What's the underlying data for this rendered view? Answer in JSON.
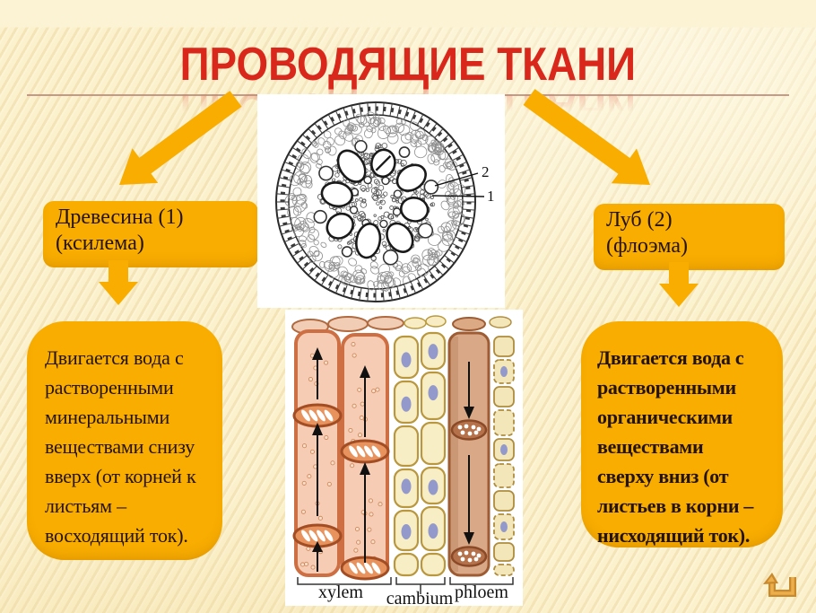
{
  "slide": {
    "title": "ПРОВОДЯЩИЕ ТКАНИ",
    "colors": {
      "background": "#FBF1CC",
      "accent_orange": "#F8AD00",
      "title_red": "#D9271B",
      "underline": "#BD8A7A",
      "body_text": "#241307"
    }
  },
  "boxes": {
    "xylem": {
      "lines": [
        "Древесина (1)",
        "(ксилема)"
      ]
    },
    "phloem": {
      "lines": [
        "Луб (2)",
        "(флоэма)"
      ]
    },
    "xylem_description": {
      "lines": [
        "Двигается вода с",
        "растворенными",
        "минеральными",
        "веществами снизу",
        "вверх (от корней к",
        "листьям –",
        "восходящий ток)."
      ]
    },
    "phloem_description": {
      "lines": [
        "Двигается вода с",
        "растворенными",
        "органическими",
        "веществами",
        "сверху вниз (от",
        "листьев в корни –",
        "нисходящий ток)."
      ]
    }
  },
  "micrograph": {
    "callout_phloem": "2",
    "callout_xylem": "1"
  },
  "tissue_diagram": {
    "labels": {
      "xylem": "xylem",
      "cambium": "cambium",
      "phloem": "phloem"
    }
  }
}
